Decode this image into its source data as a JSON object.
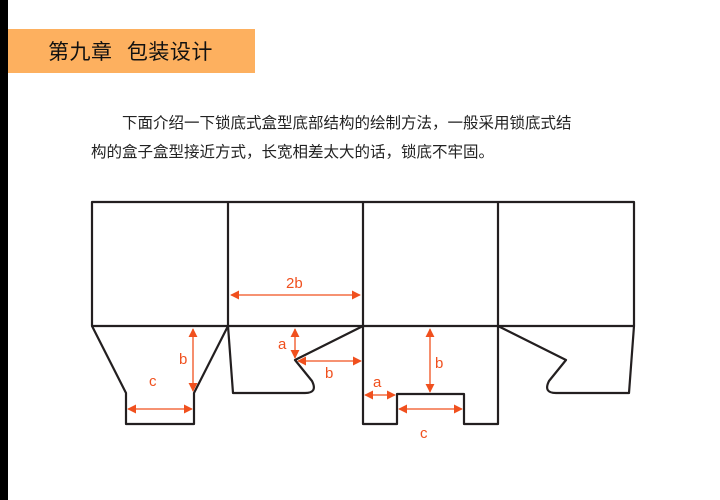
{
  "header": {
    "title": "第九章  包装设计",
    "background_color": "#FDB05F"
  },
  "paragraph": {
    "lines": [
      "下面介绍一下锁底式盒型底部结构的绘制方法，一般采用锁底式结",
      "构的盒子盒型接近方式，长宽相差太大的话，锁底不牢固。"
    ]
  },
  "diagram": {
    "stroke_color": "#231F20",
    "dimension_color": "#F0501E",
    "labels": {
      "flap1_b": "b",
      "flap1_c": "c",
      "panel2_2b": "2b",
      "flap2_a": "a",
      "flap2_b": "b",
      "flap3_b": "b",
      "flap3_a": "a",
      "flap3_c": "c"
    }
  }
}
